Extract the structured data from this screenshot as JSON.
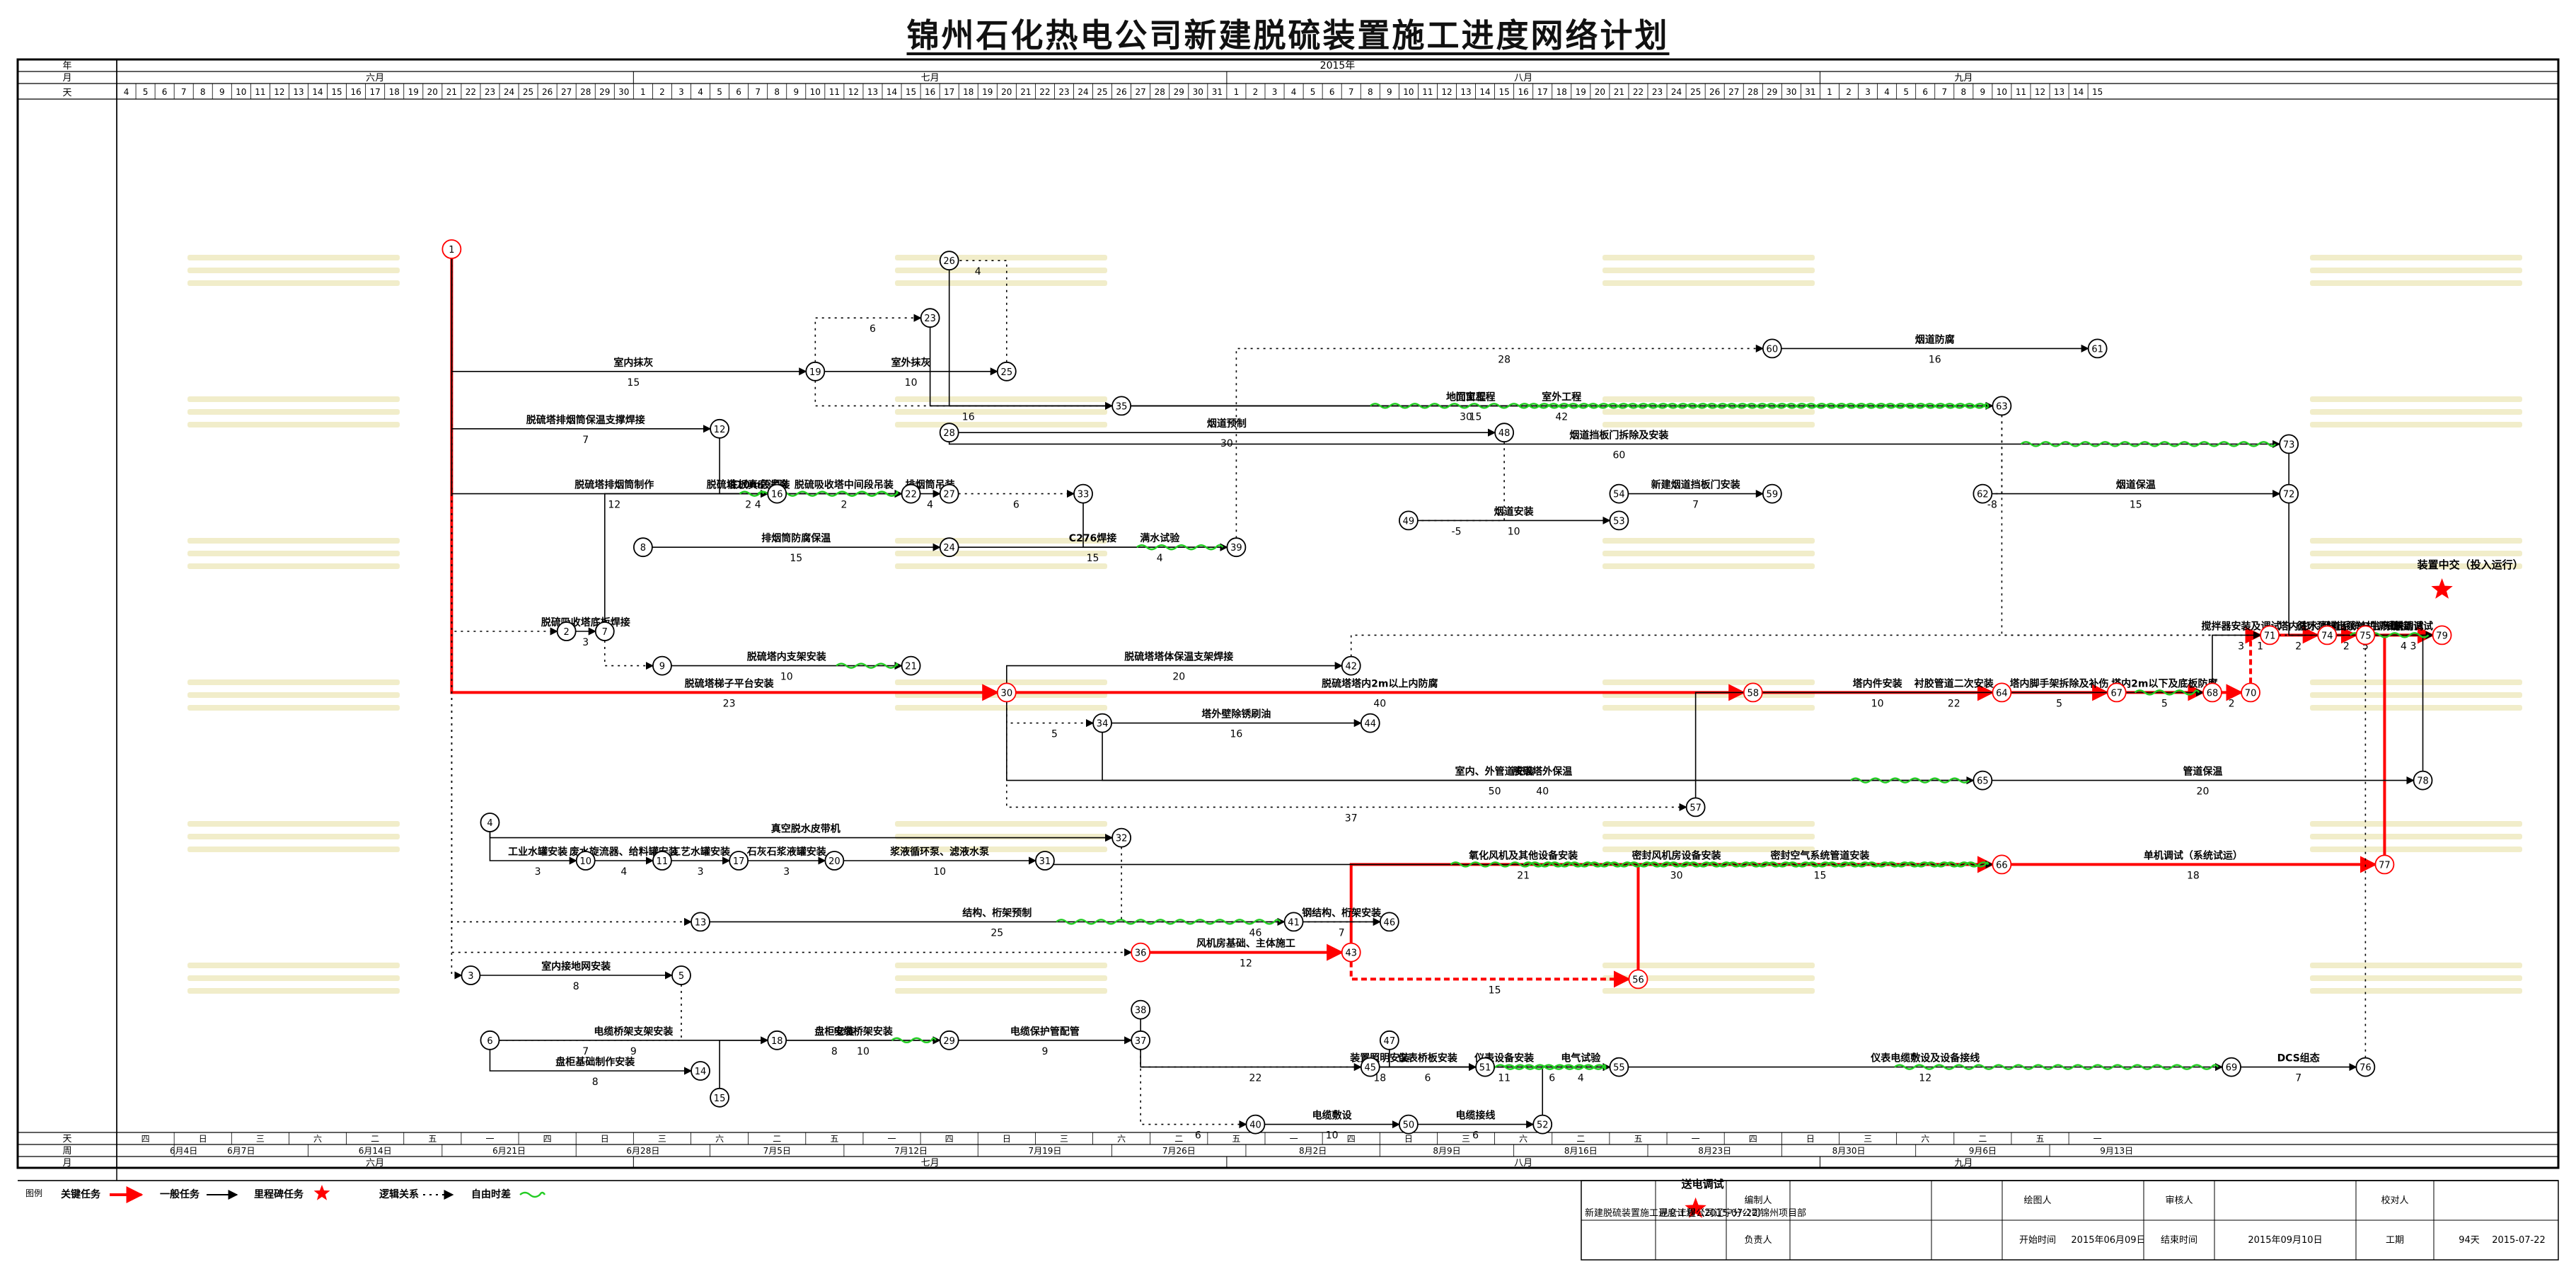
{
  "title": "锦州石化热电公司新建脱硫装置施工进度网络计划",
  "header": {
    "row_year": "年",
    "row_month": "月",
    "row_day": "天",
    "row_week": "周",
    "year": "2015年",
    "months": [
      "六月",
      "七月",
      "八月",
      "九月"
    ],
    "days": [
      "4",
      "5",
      "6",
      "7",
      "8",
      "9",
      "10",
      "11",
      "12",
      "13",
      "14",
      "15",
      "16",
      "17",
      "18",
      "19",
      "20",
      "21",
      "22",
      "23",
      "24",
      "25",
      "26",
      "27",
      "28",
      "29",
      "30",
      "1",
      "2",
      "3",
      "4",
      "5",
      "6",
      "7",
      "8",
      "9",
      "10",
      "11",
      "12",
      "13",
      "14",
      "15",
      "16",
      "17",
      "18",
      "19",
      "20",
      "21",
      "22",
      "23",
      "24",
      "25",
      "26",
      "27",
      "28",
      "29",
      "30",
      "31",
      "1",
      "2",
      "3",
      "4",
      "5",
      "6",
      "7",
      "8",
      "9",
      "10",
      "11",
      "12",
      "13",
      "14",
      "15",
      "16",
      "17",
      "18",
      "19",
      "20",
      "21",
      "22",
      "23",
      "24",
      "25",
      "26",
      "27",
      "28",
      "29",
      "30",
      "31",
      "1",
      "2",
      "3",
      "4",
      "5",
      "6",
      "7",
      "8",
      "9",
      "10",
      "11",
      "12",
      "13",
      "14",
      "15"
    ],
    "weekdays": [
      "四",
      "日",
      "三",
      "六",
      "二",
      "五",
      "一",
      "四",
      "日",
      "三",
      "六",
      "二",
      "五",
      "一",
      "四",
      "日",
      "三",
      "六",
      "二",
      "五",
      "一",
      "四",
      "日",
      "三",
      "六",
      "二",
      "五",
      "一",
      "四",
      "日",
      "三",
      "六",
      "二",
      "五",
      "一"
    ],
    "week_dates": [
      "6月4日",
      "6月7日",
      "6月14日",
      "6月21日",
      "6月28日",
      "7月5日",
      "7月12日",
      "7月19日",
      "7月26日",
      "8月2日",
      "8月9日",
      "8月16日",
      "8月23日",
      "8月30日",
      "9月6日",
      "9月13日"
    ]
  },
  "nodes": [
    {
      "id": "1",
      "day": 17,
      "row": 3,
      "critical": true
    },
    {
      "id": "2",
      "day": 23,
      "row": 13
    },
    {
      "id": "3",
      "day": 18,
      "row": 22
    },
    {
      "id": "4",
      "day": 19,
      "row": 18
    },
    {
      "id": "5",
      "day": 29,
      "row": 22
    },
    {
      "id": "6",
      "day": 19,
      "row": 23.7
    },
    {
      "id": "7",
      "day": 25,
      "row": 13
    },
    {
      "id": "8",
      "day": 27,
      "row": 10.8
    },
    {
      "id": "9",
      "day": 28,
      "row": 13.9
    },
    {
      "id": "10",
      "day": 24,
      "row": 19
    },
    {
      "id": "11",
      "day": 28,
      "row": 19
    },
    {
      "id": "12",
      "day": 31,
      "row": 7.7
    },
    {
      "id": "13",
      "day": 30,
      "row": 20.6
    },
    {
      "id": "14",
      "day": 30,
      "row": 24.5
    },
    {
      "id": "15",
      "day": 31,
      "row": 25.2
    },
    {
      "id": "16",
      "day": 34,
      "row": 9.4
    },
    {
      "id": "17",
      "day": 32,
      "row": 19
    },
    {
      "id": "18",
      "day": 34,
      "row": 23.7
    },
    {
      "id": "19",
      "day": 36,
      "row": 6.2
    },
    {
      "id": "20",
      "day": 37,
      "row": 19
    },
    {
      "id": "21",
      "day": 41,
      "row": 13.9
    },
    {
      "id": "22",
      "day": 41,
      "row": 9.4
    },
    {
      "id": "23",
      "day": 42,
      "row": 4.8
    },
    {
      "id": "24",
      "day": 43,
      "row": 10.8
    },
    {
      "id": "25",
      "day": 46,
      "row": 6.2
    },
    {
      "id": "26",
      "day": 43,
      "row": 3.3
    },
    {
      "id": "27",
      "day": 43,
      "row": 9.4
    },
    {
      "id": "28",
      "day": 43,
      "row": 7.8
    },
    {
      "id": "29",
      "day": 43,
      "row": 23.7
    },
    {
      "id": "30",
      "day": 46,
      "row": 14.6,
      "critical": true
    },
    {
      "id": "31",
      "day": 48,
      "row": 19
    },
    {
      "id": "32",
      "day": 52,
      "row": 18.4
    },
    {
      "id": "33",
      "day": 50,
      "row": 9.4
    },
    {
      "id": "34",
      "day": 51,
      "row": 15.4
    },
    {
      "id": "35",
      "day": 52,
      "row": 7.1
    },
    {
      "id": "36",
      "day": 53,
      "row": 21.4,
      "critical": true
    },
    {
      "id": "37",
      "day": 53,
      "row": 23.7
    },
    {
      "id": "38",
      "day": 53,
      "row": 22.9
    },
    {
      "id": "39",
      "day": 58,
      "row": 10.8
    },
    {
      "id": "40",
      "day": 59,
      "row": 25.9
    },
    {
      "id": "41",
      "day": 61,
      "row": 20.6
    },
    {
      "id": "42",
      "day": 64,
      "row": 13.9
    },
    {
      "id": "43",
      "day": 64,
      "row": 21.4,
      "critical": true
    },
    {
      "id": "44",
      "day": 65,
      "row": 15.4
    },
    {
      "id": "45",
      "day": 65,
      "row": 24.4
    },
    {
      "id": "46",
      "day": 66,
      "row": 20.6
    },
    {
      "id": "47",
      "day": 66,
      "row": 23.7
    },
    {
      "id": "48",
      "day": 72,
      "row": 7.8
    },
    {
      "id": "49",
      "day": 67,
      "row": 10.1
    },
    {
      "id": "50",
      "day": 67,
      "row": 25.9
    },
    {
      "id": "51",
      "day": 71,
      "row": 24.4
    },
    {
      "id": "52",
      "day": 74,
      "row": 25.9
    },
    {
      "id": "53",
      "day": 78,
      "row": 10.1
    },
    {
      "id": "54",
      "day": 78,
      "row": 9.4
    },
    {
      "id": "55",
      "day": 78,
      "row": 24.4
    },
    {
      "id": "56",
      "day": 79,
      "row": 22.1,
      "critical": true
    },
    {
      "id": "57",
      "day": 82,
      "row": 17.6
    },
    {
      "id": "58",
      "day": 85,
      "row": 14.6,
      "critical": true
    },
    {
      "id": "59",
      "day": 86,
      "row": 9.4
    },
    {
      "id": "60",
      "day": 86,
      "row": 5.6
    },
    {
      "id": "61",
      "day": 103,
      "row": 5.6
    },
    {
      "id": "62",
      "day": 97,
      "row": 9.4
    },
    {
      "id": "63",
      "day": 98,
      "row": 7.1
    },
    {
      "id": "64",
      "day": 98,
      "row": 14.6,
      "critical": true
    },
    {
      "id": "65",
      "day": 97,
      "row": 16.9
    },
    {
      "id": "66",
      "day": 98,
      "row": 19.1,
      "critical": true
    },
    {
      "id": "67",
      "day": 104,
      "row": 14.6,
      "critical": true
    },
    {
      "id": "68",
      "day": 109,
      "row": 14.6,
      "critical": true
    },
    {
      "id": "69",
      "day": 110,
      "row": 24.4
    },
    {
      "id": "70",
      "day": 111,
      "row": 14.6,
      "critical": true
    },
    {
      "id": "71",
      "day": 112,
      "row": 13.1,
      "critical": true
    },
    {
      "id": "72",
      "day": 113,
      "row": 9.4
    },
    {
      "id": "73",
      "day": 113,
      "row": 8.1
    },
    {
      "id": "74",
      "day": 115,
      "row": 13.1,
      "critical": true
    },
    {
      "id": "75",
      "day": 117,
      "row": 13.1,
      "critical": true
    },
    {
      "id": "76",
      "day": 117,
      "row": 24.4
    },
    {
      "id": "77",
      "day": 118,
      "row": 19.1,
      "critical": true
    },
    {
      "id": "78",
      "day": 120,
      "row": 16.9
    },
    {
      "id": "79",
      "day": 121,
      "row": 13.1,
      "critical": true
    }
  ],
  "activities": [
    {
      "from": "1",
      "to": "30",
      "type": "critical",
      "label": "脱硫塔梯子平台安装",
      "duration": "23"
    },
    {
      "from": "30",
      "to": "58",
      "type": "critical",
      "label": "脱硫塔塔内2m以上内防腐",
      "duration": "40"
    },
    {
      "from": "58",
      "to": "64",
      "type": "critical",
      "label": "塔内件安装",
      "duration": "10"
    },
    {
      "from": "64",
      "to": "67",
      "type": "critical",
      "label": "塔内脚手架拆除及补伤",
      "duration": "5"
    },
    {
      "from": "67",
      "to": "68",
      "type": "critical",
      "label": "塔内2m以下及底板防腐",
      "duration": "5"
    },
    {
      "from": "68",
      "to": "70",
      "type": "critical",
      "label": "",
      "duration": "2"
    },
    {
      "from": "70",
      "to": "71",
      "type": "critical-dashed",
      "label": "",
      "duration": "1"
    },
    {
      "from": "71",
      "to": "74",
      "type": "critical",
      "label": "塔内注水",
      "duration": "2"
    },
    {
      "from": "74",
      "to": "75",
      "type": "critical",
      "label": "循环泵排出泵单机调试",
      "duration": "2"
    },
    {
      "from": "75",
      "to": "79",
      "type": "critical",
      "label": "系统调试",
      "duration": "4"
    },
    {
      "from": "36",
      "to": "43",
      "type": "critical",
      "label": "风机房基础、主体施工",
      "duration": "12"
    },
    {
      "from": "43",
      "to": "66",
      "type": "critical",
      "label": "密封风机房设备安装",
      "duration": "30"
    },
    {
      "from": "43",
      "to": "56",
      "type": "critical-dashed",
      "label": "",
      "duration": "15"
    },
    {
      "from": "56",
      "to": "66",
      "type": "critical",
      "label": "密封空气系统管道安装",
      "duration": "15"
    },
    {
      "from": "66",
      "to": "77",
      "type": "critical",
      "label": "单机调试（系统试运）",
      "duration": "18"
    },
    {
      "from": "77",
      "to": "79",
      "type": "critical",
      "label": "联动调试",
      "duration": "3"
    },
    {
      "from": "1",
      "to": "19",
      "type": "normal",
      "label": "室内抹灰",
      "duration": "15"
    },
    {
      "from": "19",
      "to": "25",
      "type": "normal",
      "label": "室外抹灰",
      "duration": "10"
    },
    {
      "from": "1",
      "to": "12",
      "type": "normal",
      "label": "脱硫塔排烟筒保温支撑焊接",
      "duration": "7"
    },
    {
      "from": "12",
      "to": "16",
      "type": "normal",
      "label": "脱硫塔10m段吊装",
      "duration": "2"
    },
    {
      "from": "1",
      "to": "16",
      "type": "normal",
      "label": "脱硫塔排烟筒制作",
      "duration": "12"
    },
    {
      "from": "16",
      "to": "22",
      "type": "normal",
      "label": "脱硫吸收塔中间段吊装",
      "duration": "2"
    },
    {
      "from": "22",
      "to": "27",
      "type": "normal",
      "label": "排烟筒吊装",
      "duration": "4"
    },
    {
      "from": "33",
      "to": "39",
      "type": "normal",
      "label": "满水试验",
      "duration": "4"
    },
    {
      "from": "8",
      "to": "24",
      "type": "normal",
      "label": "排烟筒防腐保温",
      "duration": "15"
    },
    {
      "from": "24",
      "to": "39",
      "type": "normal",
      "label": "C276焊接",
      "duration": "15"
    },
    {
      "from": "2",
      "to": "7",
      "type": "normal",
      "label": "脱硫吸收塔底板焊接",
      "duration": "3"
    },
    {
      "from": "7",
      "to": "22",
      "type": "normal",
      "label": "底板真空试验",
      "duration": "4"
    },
    {
      "from": "9",
      "to": "21",
      "type": "normal",
      "label": "脱硫塔内支架安装",
      "duration": "10"
    },
    {
      "from": "26",
      "to": "63",
      "type": "normal",
      "label": "门窗工程",
      "duration": "15"
    },
    {
      "from": "23",
      "to": "63",
      "type": "normal",
      "label": "地面工程",
      "duration": "30"
    },
    {
      "from": "35",
      "to": "63",
      "type": "normal",
      "label": "室外工程",
      "duration": "42"
    },
    {
      "from": "28",
      "to": "48",
      "type": "normal",
      "label": "烟道预制",
      "duration": "30"
    },
    {
      "from": "28",
      "to": "73",
      "type": "normal",
      "label": "烟道挡板门拆除及安装",
      "duration": "60"
    },
    {
      "from": "49",
      "to": "53",
      "type": "normal",
      "label": "烟道安装",
      "duration": "10"
    },
    {
      "from": "54",
      "to": "59",
      "type": "normal",
      "label": "新建烟道挡板门安装",
      "duration": "7"
    },
    {
      "from": "60",
      "to": "61",
      "type": "normal",
      "label": "烟道防腐",
      "duration": "16"
    },
    {
      "from": "62",
      "to": "72",
      "type": "normal",
      "label": "烟道保温",
      "duration": "15"
    },
    {
      "from": "73",
      "to": "79",
      "type": "normal",
      "label": "烟道系统与生产链接",
      "duration": "5"
    },
    {
      "from": "30",
      "to": "65",
      "type": "normal",
      "label": "室内、外管道安装",
      "duration": "50"
    },
    {
      "from": "30",
      "to": "42",
      "type": "normal",
      "label": "脱硫塔塔体保温支架焊接",
      "duration": "20"
    },
    {
      "from": "34",
      "to": "44",
      "type": "normal",
      "label": "塔外壁除锈刷油",
      "duration": "16"
    },
    {
      "from": "34",
      "to": "65",
      "type": "normal",
      "label": "脱硫塔外保温",
      "duration": "40"
    },
    {
      "from": "57",
      "to": "68",
      "type": "normal",
      "label": "衬胶管道二次安装",
      "duration": "22"
    },
    {
      "from": "65",
      "to": "78",
      "type": "normal",
      "label": "管道保温",
      "duration": "20"
    },
    {
      "from": "68",
      "to": "71",
      "type": "normal",
      "label": "搅拌器安装及调试",
      "duration": "3"
    },
    {
      "from": "4",
      "to": "32",
      "type": "normal",
      "label": "真空脱水皮带机",
      "duration": ""
    },
    {
      "from": "4",
      "to": "10",
      "type": "normal",
      "label": "工业水罐安装",
      "duration": "3"
    },
    {
      "from": "10",
      "to": "11",
      "type": "normal",
      "label": "废水旋流器、给料罐安装",
      "duration": "4"
    },
    {
      "from": "11",
      "to": "17",
      "type": "normal",
      "label": "工艺水罐安装",
      "duration": "3"
    },
    {
      "from": "17",
      "to": "20",
      "type": "normal",
      "label": "石灰石浆液罐安装",
      "duration": "3"
    },
    {
      "from": "20",
      "to": "31",
      "type": "normal",
      "label": "浆液循环泵、滤液水泵",
      "duration": "10"
    },
    {
      "from": "31",
      "to": "66",
      "type": "normal",
      "label": "氧化风机及其他设备安装",
      "duration": "21"
    },
    {
      "from": "13",
      "to": "41",
      "type": "normal",
      "label": "结构、桁架预制",
      "duration": "25"
    },
    {
      "from": "41",
      "to": "46",
      "type": "normal",
      "label": "钢结构、桁架安装",
      "duration": "7"
    },
    {
      "from": "3",
      "to": "5",
      "type": "normal",
      "label": "室内接地网安装",
      "duration": "8"
    },
    {
      "from": "6",
      "to": "18",
      "type": "normal",
      "label": "电缆桥架支架安装",
      "duration": "9"
    },
    {
      "from": "18",
      "to": "29",
      "type": "normal",
      "label": "电缆桥架安装",
      "duration": "10"
    },
    {
      "from": "6",
      "to": "14",
      "type": "normal",
      "label": "盘柜基础制作安装",
      "duration": "8"
    },
    {
      "from": "15",
      "to": "29",
      "type": "normal",
      "label": "盘柜安装",
      "duration": "8"
    },
    {
      "from": "29",
      "to": "37",
      "type": "normal",
      "label": "电缆保护管配管",
      "duration": "9"
    },
    {
      "from": "38",
      "to": "55",
      "type": "normal",
      "label": "装置照明安装",
      "duration": "18"
    },
    {
      "from": "47",
      "to": "55",
      "type": "normal",
      "label": "仪表设备安装",
      "duration": "11"
    },
    {
      "from": "45",
      "to": "51",
      "type": "normal",
      "label": "仪表桥板安装",
      "duration": "6"
    },
    {
      "from": "40",
      "to": "50",
      "type": "normal",
      "label": "电缆敷设",
      "duration": "10"
    },
    {
      "from": "50",
      "to": "52",
      "type": "normal",
      "label": "电缆接线",
      "duration": "6"
    },
    {
      "from": "52",
      "to": "55",
      "type": "normal",
      "label": "电气试验",
      "duration": "4"
    },
    {
      "from": "55",
      "to": "69",
      "type": "normal",
      "label": "仪表电缆敷设及设备接线",
      "duration": "12"
    },
    {
      "from": "69",
      "to": "76",
      "type": "normal",
      "label": "DCS组态",
      "duration": "7"
    },
    {
      "from": "25",
      "to": "26",
      "type": "dotted",
      "label": "",
      "duration": "4"
    },
    {
      "from": "19",
      "to": "23",
      "type": "dotted",
      "label": "",
      "duration": "6"
    },
    {
      "from": "19",
      "to": "35",
      "type": "dotted",
      "label": "",
      "duration": "16"
    },
    {
      "from": "27",
      "to": "33",
      "type": "dotted",
      "label": "",
      "duration": "6"
    },
    {
      "from": "30",
      "to": "34",
      "type": "dotted",
      "label": "",
      "duration": "5"
    },
    {
      "from": "30",
      "to": "57",
      "type": "dotted",
      "label": "",
      "duration": "37"
    },
    {
      "from": "39",
      "to": "60",
      "type": "dotted",
      "label": "",
      "duration": "28"
    },
    {
      "from": "1",
      "to": "2",
      "type": "dotted",
      "label": "",
      "duration": ""
    },
    {
      "from": "1",
      "to": "3",
      "type": "dotted",
      "label": "",
      "duration": ""
    },
    {
      "from": "1",
      "to": "13",
      "type": "dotted",
      "label": "",
      "duration": ""
    },
    {
      "from": "1",
      "to": "36",
      "type": "dotted",
      "label": "",
      "duration": ""
    },
    {
      "from": "5",
      "to": "6",
      "type": "dotted",
      "label": "",
      "duration": "7"
    },
    {
      "from": "7",
      "to": "9",
      "type": "dotted",
      "label": "",
      "duration": ""
    },
    {
      "from": "32",
      "to": "46",
      "type": "dotted",
      "label": "",
      "duration": "46"
    },
    {
      "from": "37",
      "to": "45",
      "type": "dotted",
      "label": "",
      "duration": "22"
    },
    {
      "from": "37",
      "to": "40",
      "type": "dotted",
      "label": "",
      "duration": "6"
    },
    {
      "from": "51",
      "to": "55",
      "type": "dotted",
      "label": "",
      "duration": "6"
    },
    {
      "from": "42",
      "to": "79",
      "type": "dotted",
      "label": "",
      "duration": ""
    },
    {
      "from": "63",
      "to": "79",
      "type": "dotted",
      "label": "",
      "duration": ""
    },
    {
      "from": "63",
      "to": "62",
      "type": "dotted",
      "label": "",
      "duration": "-8"
    },
    {
      "from": "48",
      "to": "49",
      "type": "dotted",
      "label": "",
      "duration": "-5"
    },
    {
      "from": "76",
      "to": "79",
      "type": "dotted",
      "label": "",
      "duration": ""
    },
    {
      "from": "78",
      "to": "79",
      "type": "normal",
      "label": "",
      "duration": ""
    }
  ],
  "milestones": [
    {
      "label": "装置中交（投入运行）",
      "day": 121,
      "row": 11.5
    },
    {
      "label": "送电调试",
      "day": 82,
      "row": 27.7
    }
  ],
  "legend": {
    "title": "图例",
    "items": [
      "关键任务",
      "一般任务",
      "里程碑任务",
      "逻辑关系",
      "自由时差"
    ]
  },
  "info_table": {
    "project": "新建脱硫装置施工进度计划（2015-07-22）",
    "company": "昆仑工程公司辽宁分公司锦州项目部",
    "prepared_by": "编制人",
    "drawn_by": "绘图人",
    "reviewed_by": "审核人",
    "checked_by": "校对人",
    "responsible": "负责人",
    "start_label": "开始时间",
    "start_value": "2015年06月09日",
    "end_label": "结束时间",
    "end_value": "2015年09月10日",
    "duration_label": "工期",
    "duration_value": "94天",
    "date": "2015-07-22"
  },
  "colors": {
    "critical": "#ff0000",
    "normal": "#000000",
    "float": "#22cc22",
    "milestone": "#ff0000",
    "watermark": "#d8cc66"
  }
}
